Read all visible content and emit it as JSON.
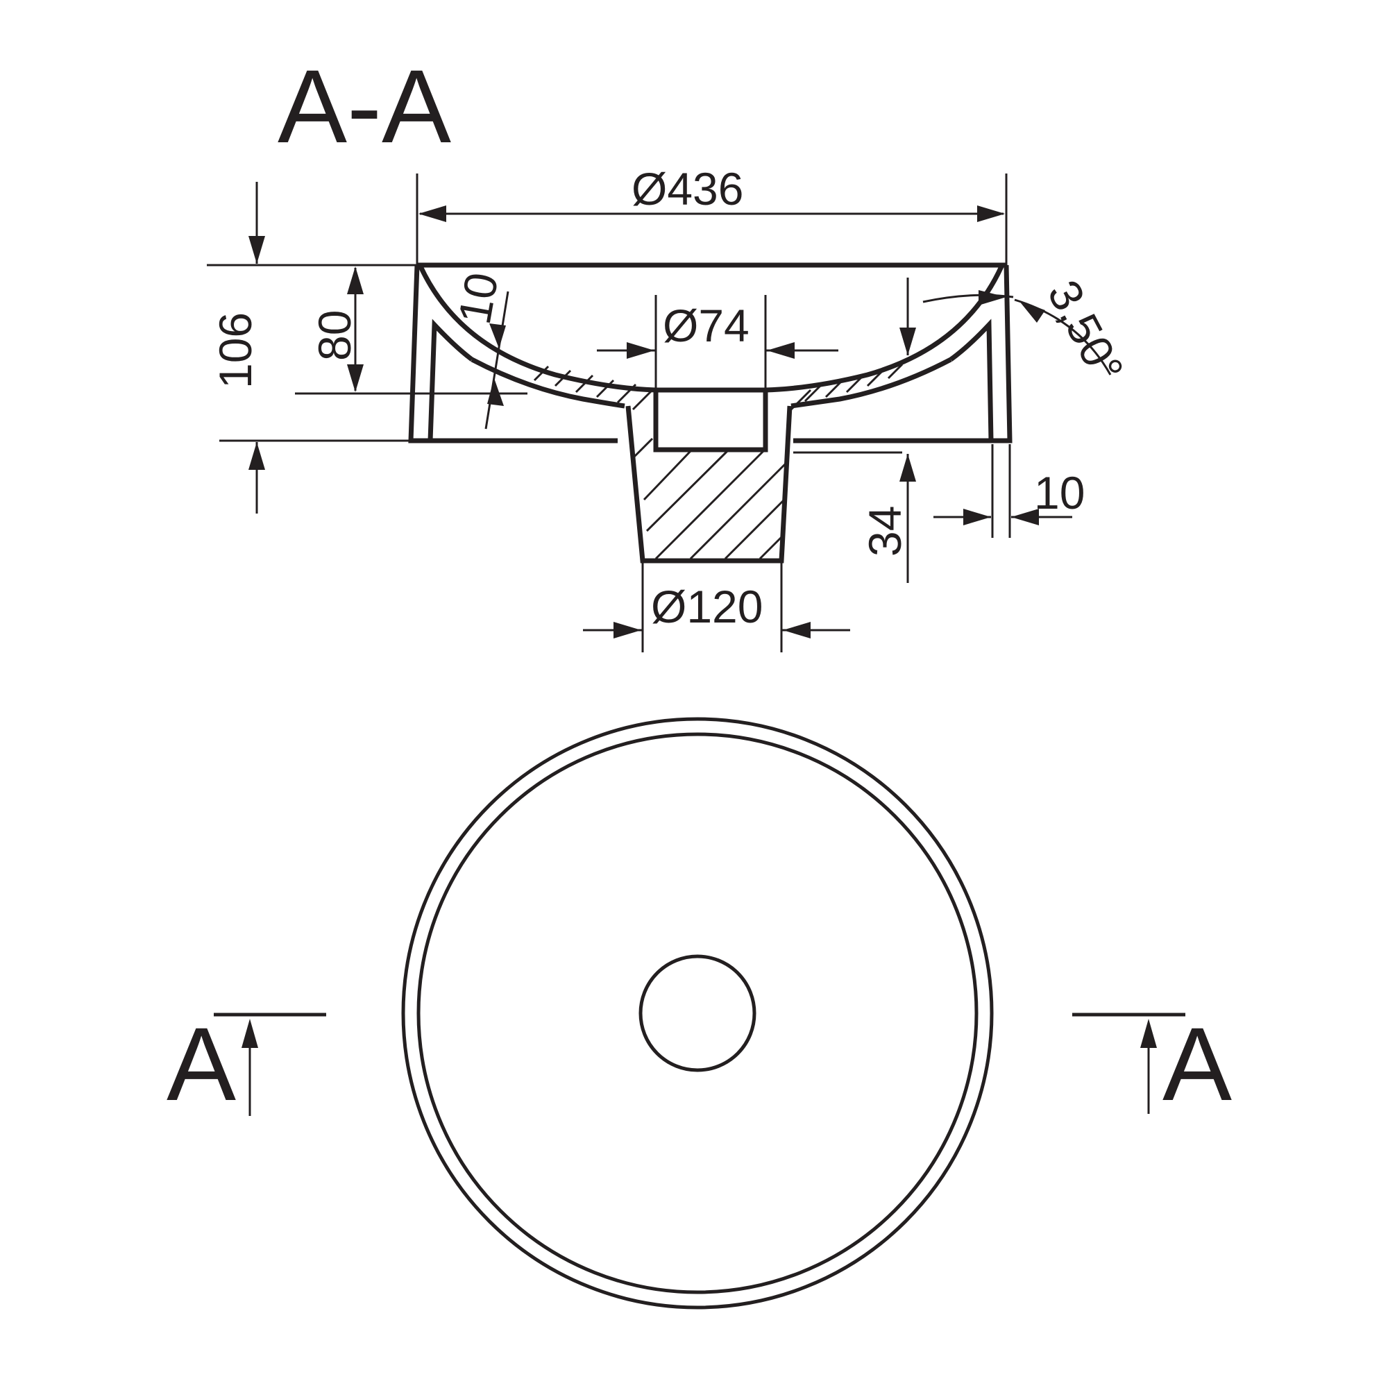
{
  "section_title": "A-A",
  "dimensions": {
    "outer_diameter": "Ø436",
    "drain_diameter": "Ø74",
    "base_diameter": "Ø120",
    "total_height": "106",
    "bowl_depth": "80",
    "wall_thickness_bowl": "10",
    "wall_thickness_rim": "10",
    "base_height": "34",
    "wall_angle": "3,50°"
  },
  "section_markers": {
    "left": "A",
    "right": "A"
  },
  "colors": {
    "line": "#231f20",
    "background": "#ffffff"
  }
}
